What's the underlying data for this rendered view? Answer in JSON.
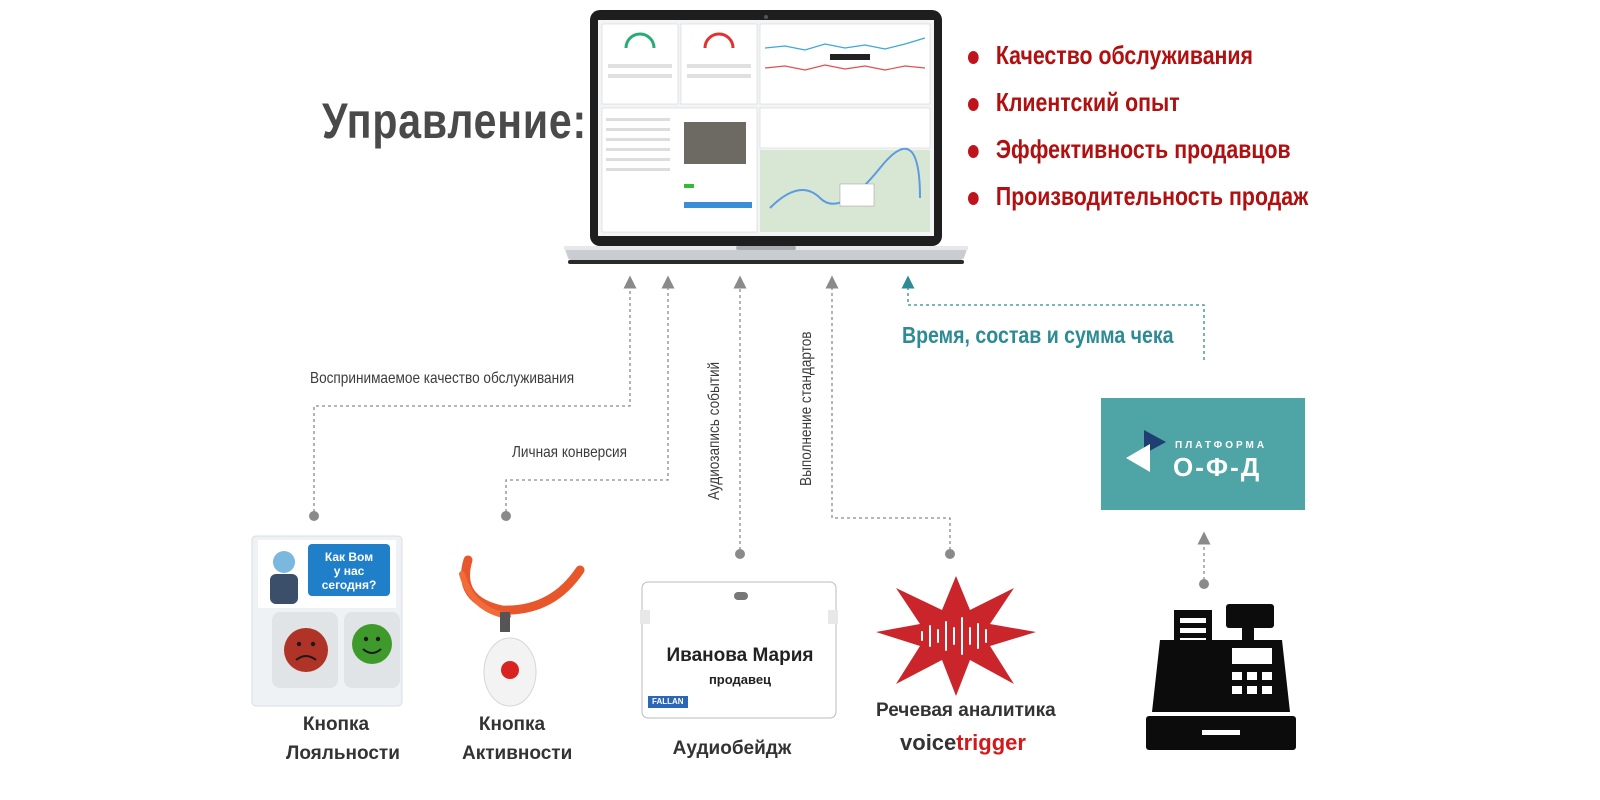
{
  "title": "Управление:",
  "bullets": [
    "Качество обслуживания",
    "Клиентский опыт",
    "Эффективность продавцов",
    "Производительность продаж"
  ],
  "flow_labels": {
    "perceived_quality": "Воспринимаемое качество обслуживания",
    "personal_conversion": "Личная конверсия",
    "audio_events": "Аудиозапись событий",
    "standards": "Выполнение стандартов",
    "receipt": "Время, состав и сумма чека"
  },
  "devices": {
    "loyalty": [
      "Кнопка",
      "Лояльности"
    ],
    "activity": [
      "Кнопка",
      "Активности"
    ],
    "audiobadge": "Аудиобейдж",
    "speech": "Речевая аналитика",
    "voicetrigger_a": "vo",
    "voicetrigger_b": "ice",
    "voicetrigger_c": "trigger"
  },
  "loyalty_sign": [
    "Как Вом",
    "у нас",
    "сегодня?"
  ],
  "badge": {
    "name": "Иванова Мария",
    "role": "продавец",
    "brand": "FALLAN"
  },
  "ofd": {
    "small": "ПЛАТФОРМА",
    "big": "О-Ф-Д"
  },
  "colors": {
    "bullet": "#b01010",
    "teal": "#2d8b93",
    "ofd_bg": "#4fa4a6",
    "connector": "#8a8a8a"
  }
}
